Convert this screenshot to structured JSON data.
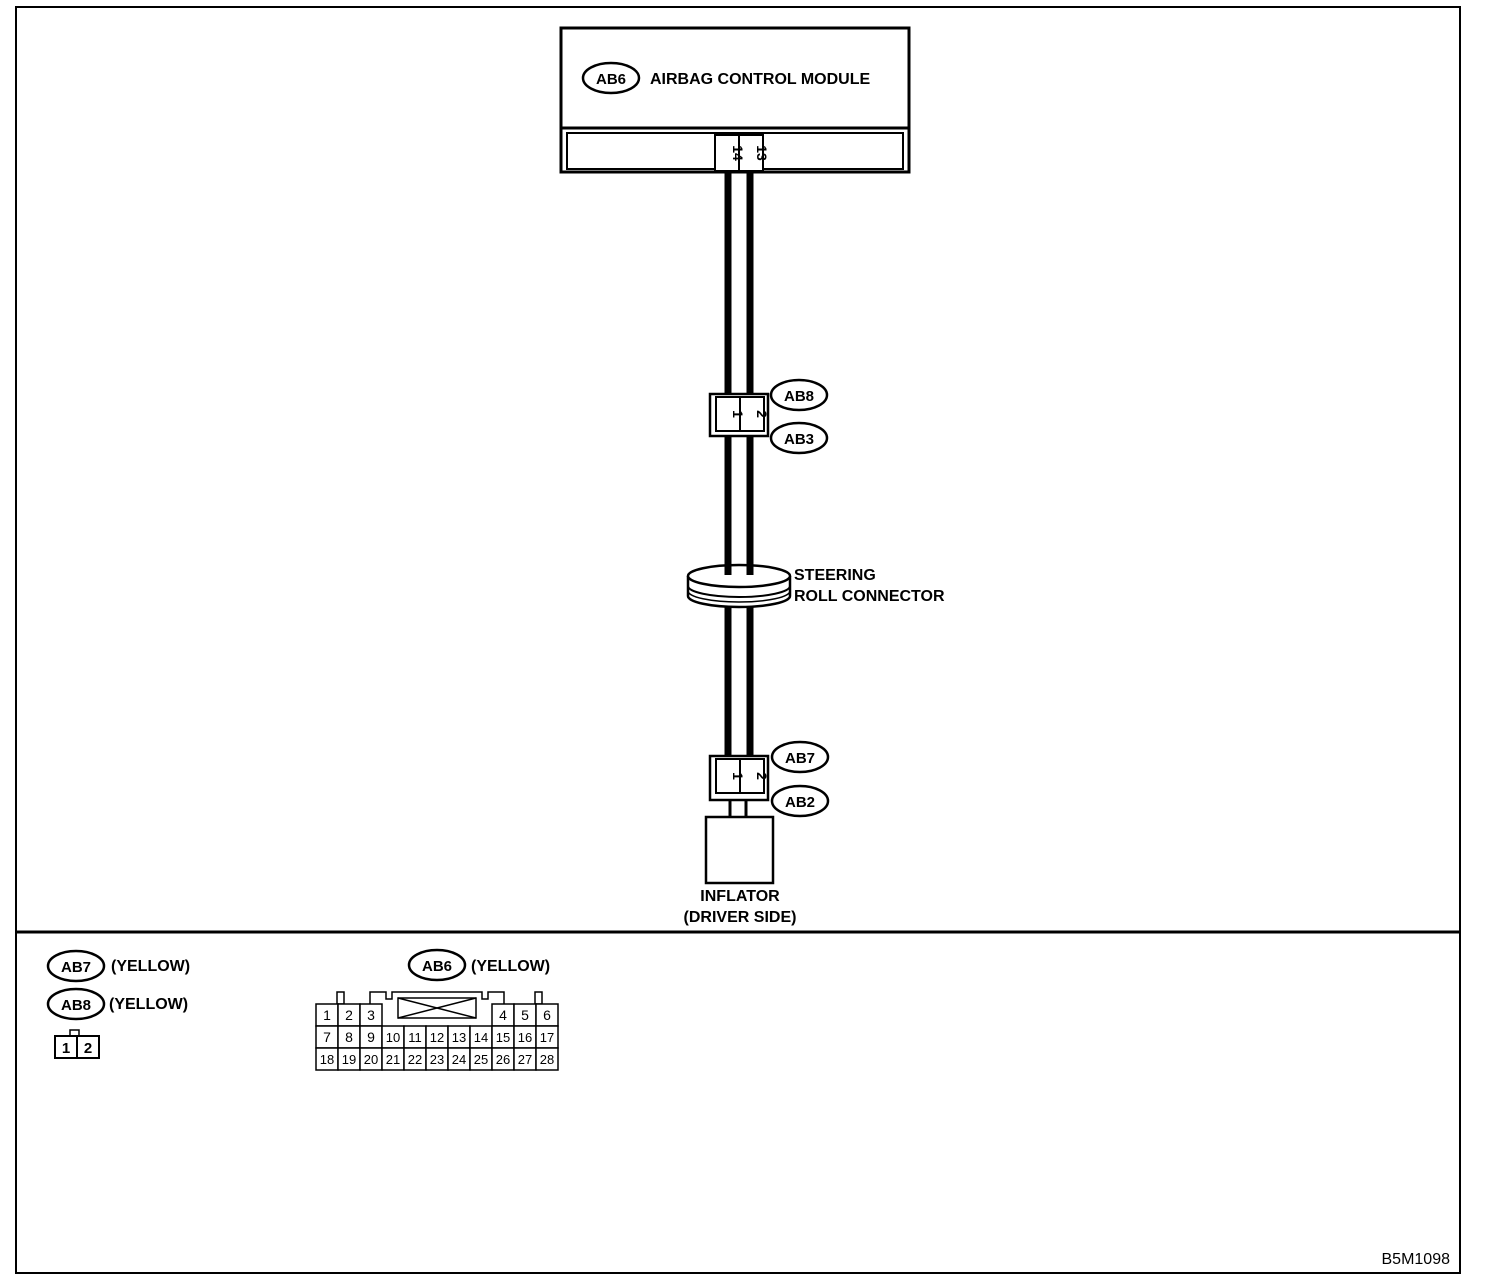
{
  "module": {
    "id": "AB6",
    "title": "AIRBAG CONTROL MODULE",
    "pins": [
      "14",
      "13"
    ]
  },
  "connector_upper": {
    "id_top": "AB8",
    "id_bottom": "AB3",
    "pins": [
      "1",
      "2"
    ]
  },
  "roll_connector": {
    "label_line1": "STEERING",
    "label_line2": "ROLL CONNECTOR"
  },
  "connector_lower": {
    "id_top": "AB7",
    "id_bottom": "AB2",
    "pins": [
      "1",
      "2"
    ]
  },
  "inflator": {
    "label_line1": "INFLATOR",
    "label_line2": "(DRIVER SIDE)"
  },
  "legend": {
    "ab7": {
      "id": "AB7",
      "color": "(YELLOW)"
    },
    "ab8": {
      "id": "AB8",
      "color": "(YELLOW)"
    },
    "two_pin": [
      "1",
      "2"
    ],
    "ab6": {
      "id": "AB6",
      "color": "(YELLOW)"
    },
    "ab6_pins": {
      "row1_left": [
        "1",
        "2",
        "3"
      ],
      "row1_right": [
        "4",
        "5",
        "6"
      ],
      "row2": [
        "7",
        "8",
        "9",
        "10",
        "11",
        "12",
        "13",
        "14",
        "15",
        "16",
        "17"
      ],
      "row3": [
        "18",
        "19",
        "20",
        "21",
        "22",
        "23",
        "24",
        "25",
        "26",
        "27",
        "28"
      ]
    }
  },
  "figure_code": "B5M1098"
}
